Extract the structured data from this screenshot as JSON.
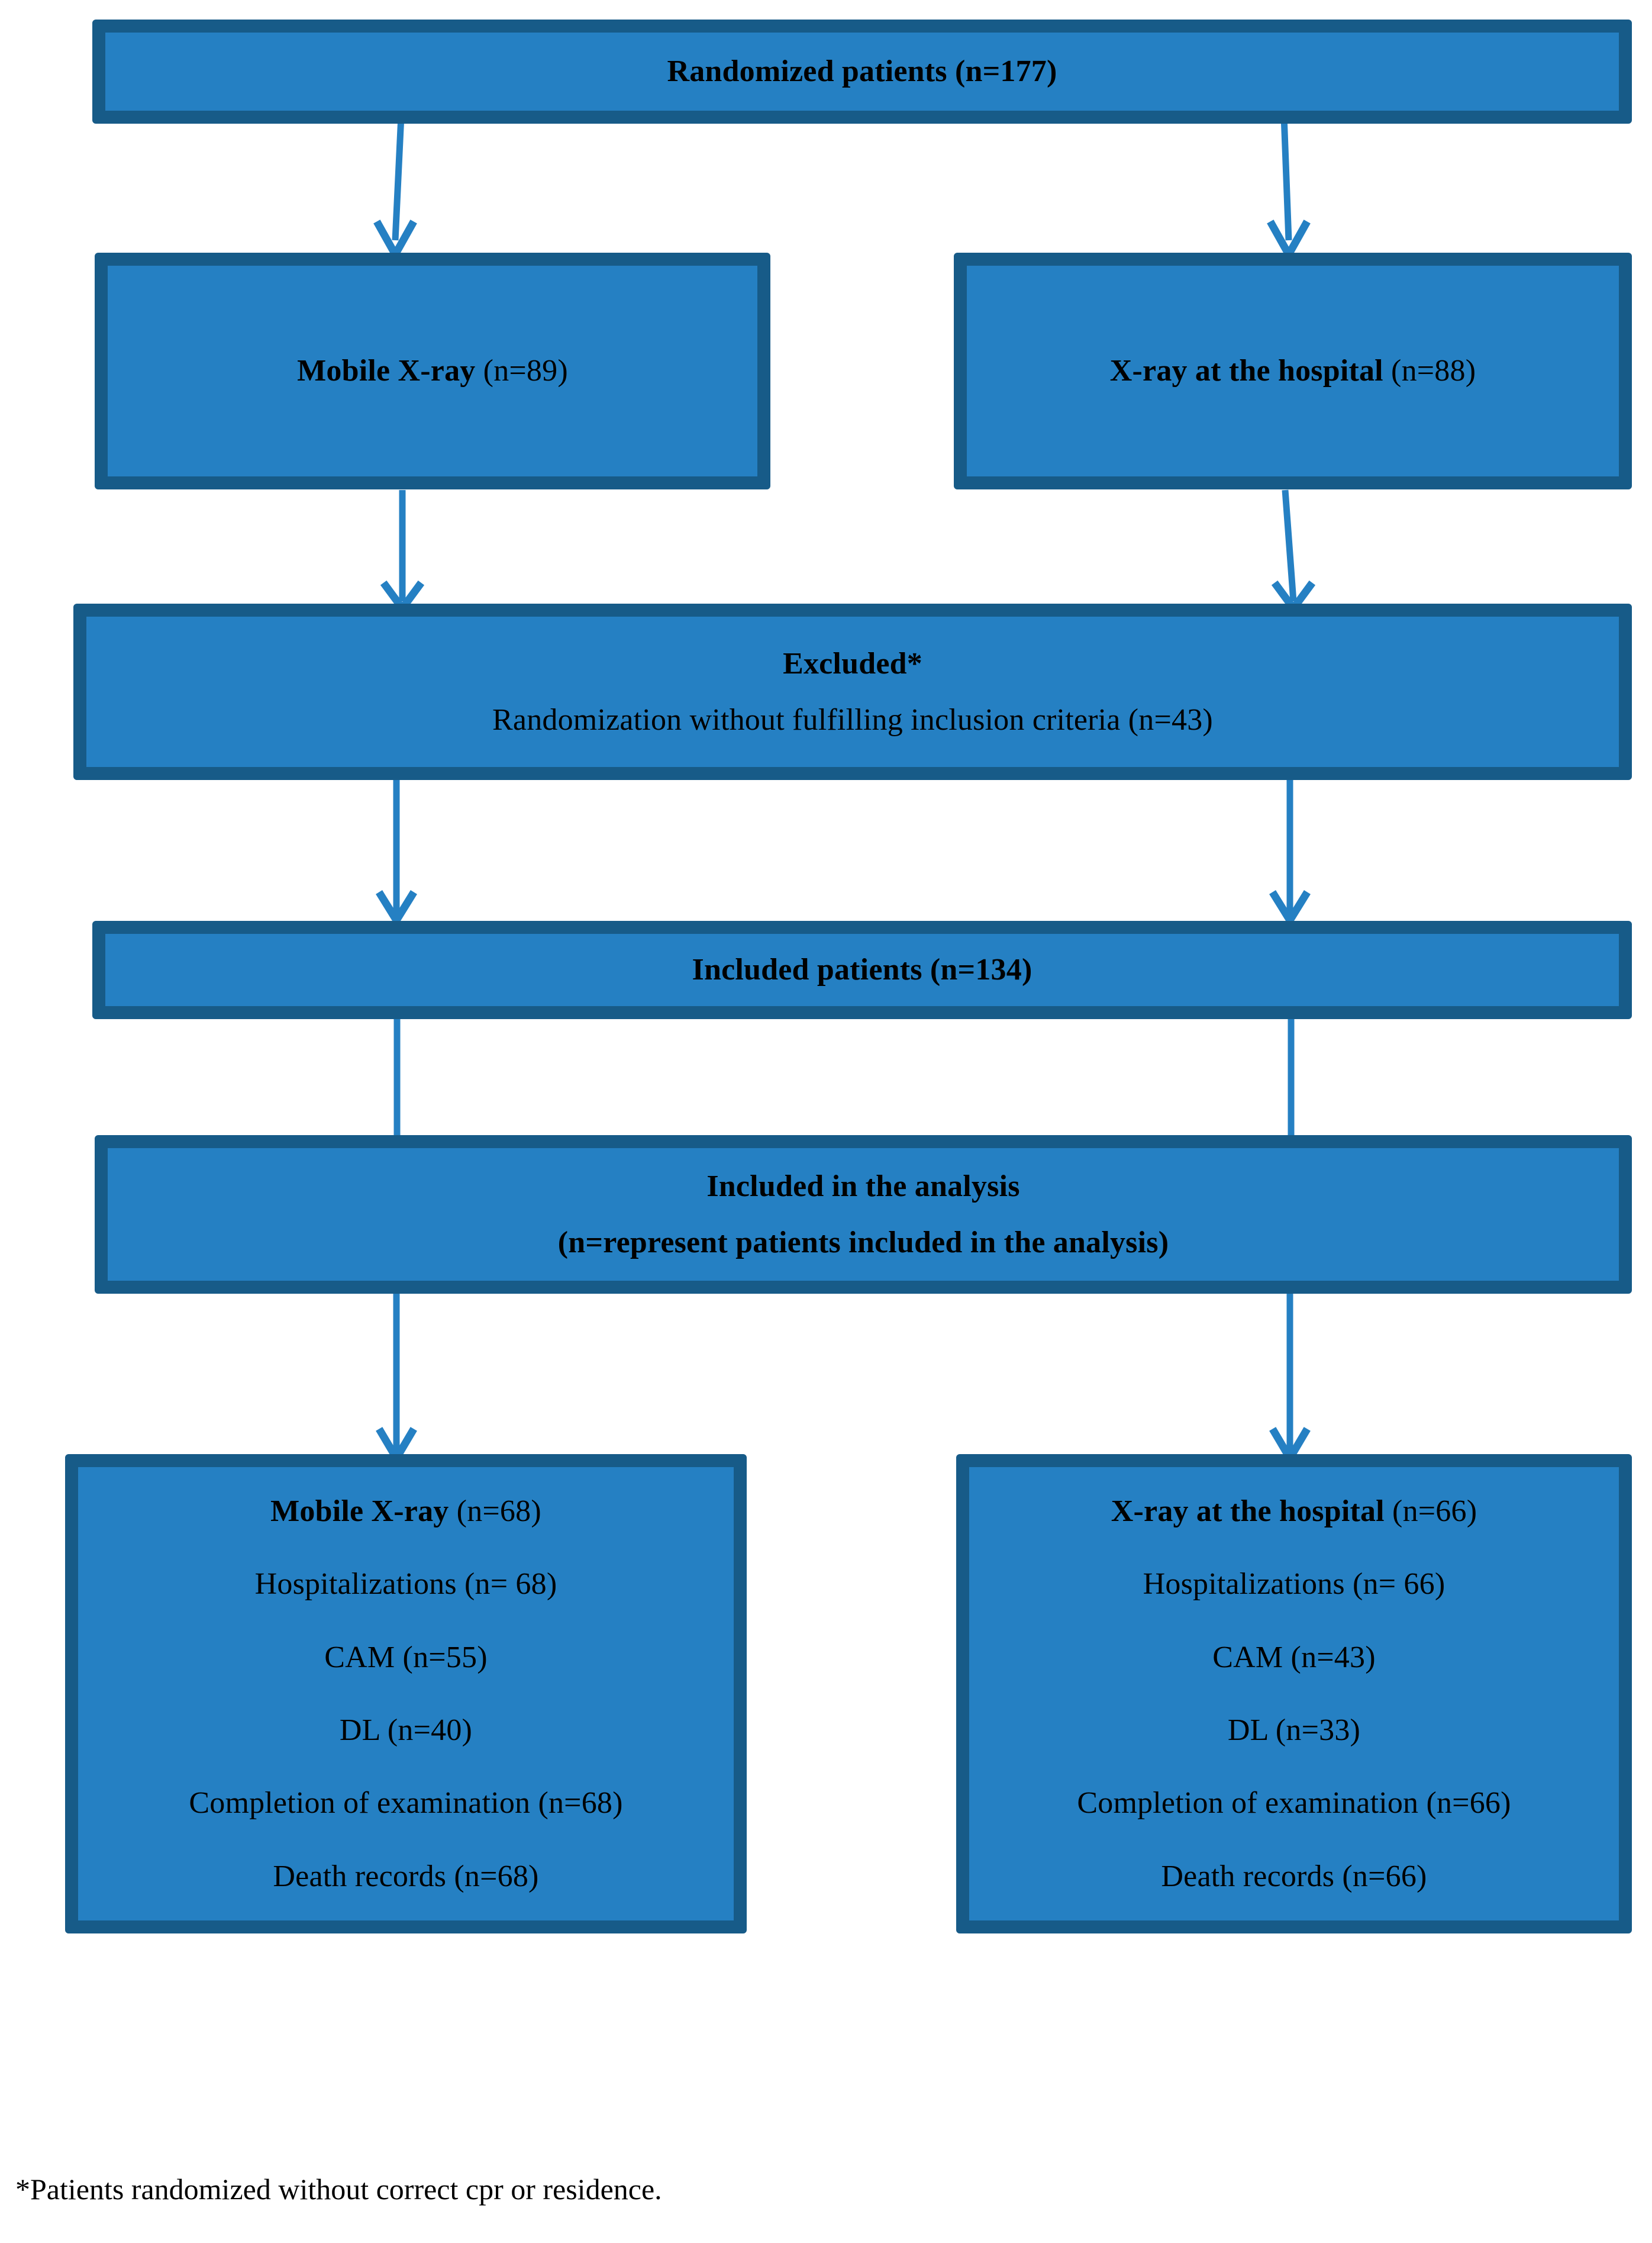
{
  "diagram": {
    "type": "consort-flow-diagram",
    "accent_color": "#2580c3",
    "border_color": "#175b88",
    "arrow_color": "#2580c3",
    "background_color": "#ffffff",
    "text_color": "#000000"
  },
  "nodes": {
    "randomized": {
      "line1": "Randomized patients (n=177)"
    },
    "arm_left_top": {
      "label": "Mobile X-ray",
      "count": "(n=89)"
    },
    "arm_right_top": {
      "label": "X-ray at the hospital",
      "count": "(n=88)"
    },
    "excluded": {
      "line1": "Excluded*",
      "line2": "Randomization without fulfilling inclusion criteria (n=43)"
    },
    "included": {
      "line1": "Included patients (n=134)"
    },
    "analysis": {
      "line1": "Included in the analysis",
      "line2": "(n=represent patients included in the analysis)"
    },
    "arm_left_bottom": {
      "title_label": "Mobile X-ray",
      "title_count": "(n=68)",
      "items": [
        "Hospitalizations (n= 68)",
        "CAM (n=55)",
        "DL (n=40)",
        "Completion of examination (n=68)",
        "Death records (n=68)"
      ]
    },
    "arm_right_bottom": {
      "title_label": "X-ray at the hospital",
      "title_count": "(n=66)",
      "items": [
        "Hospitalizations (n= 66)",
        "CAM (n=43)",
        "DL (n=33)",
        "Completion of examination (n=66)",
        "Death records (n=66)"
      ]
    }
  },
  "footnote": {
    "text": "*Patients randomized without correct cpr or residence."
  }
}
